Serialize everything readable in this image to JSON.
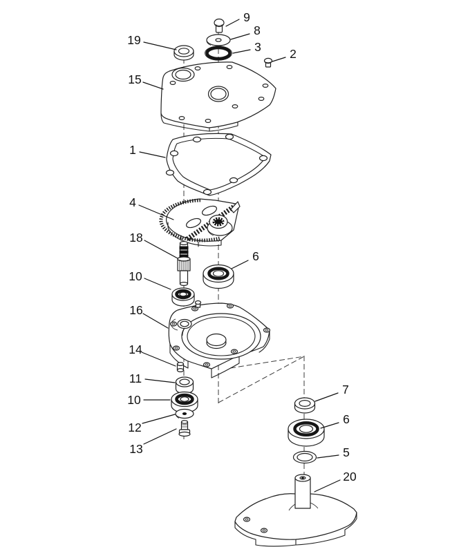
{
  "diagram": {
    "colors": {
      "background": "#ffffff",
      "line": "#1f1f1f",
      "text": "#111111"
    },
    "callouts": [
      {
        "label": "9"
      },
      {
        "label": "8"
      },
      {
        "label": "3"
      },
      {
        "label": "2"
      },
      {
        "label": "19"
      },
      {
        "label": "15"
      },
      {
        "label": "1"
      },
      {
        "label": "4"
      },
      {
        "label": "18"
      },
      {
        "label": "10"
      },
      {
        "label": "6"
      },
      {
        "label": "16"
      },
      {
        "label": "14"
      },
      {
        "label": "11"
      },
      {
        "label": "10"
      },
      {
        "label": "12"
      },
      {
        "label": "13"
      },
      {
        "label": "7"
      },
      {
        "label": "6"
      },
      {
        "label": "5"
      },
      {
        "label": "20"
      }
    ]
  }
}
